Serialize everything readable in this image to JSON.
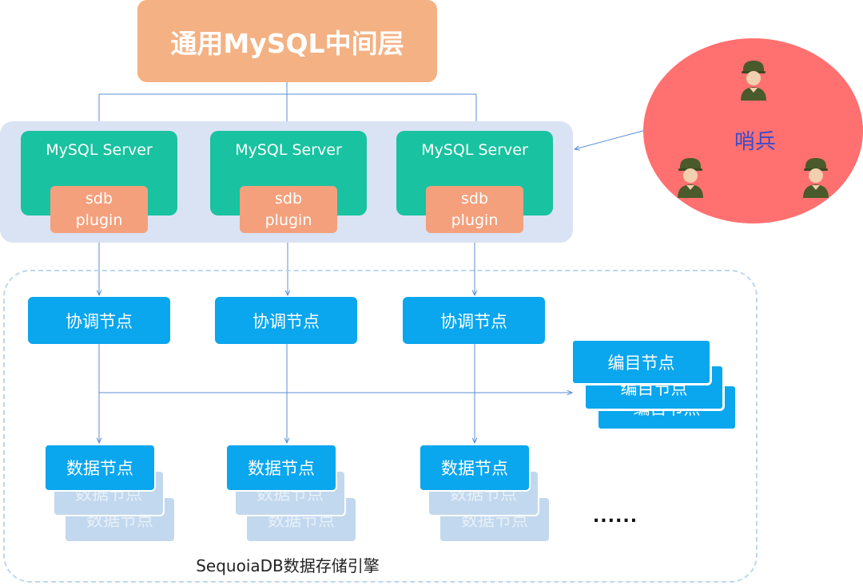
{
  "middleware": {
    "title": "通用MySQL中间层"
  },
  "servers": [
    {
      "name": "MySQL Server",
      "plugin_line1": "sdb",
      "plugin_line2": "plugin"
    },
    {
      "name": "MySQL Server",
      "plugin_line1": "sdb",
      "plugin_line2": "plugin"
    },
    {
      "name": "MySQL Server",
      "plugin_line1": "sdb",
      "plugin_line2": "plugin"
    }
  ],
  "coordinators": [
    "协调节点",
    "协调节点",
    "协调节点"
  ],
  "catalog_nodes": [
    "编目节点",
    "编目节点",
    "编目节点"
  ],
  "data_groups": [
    [
      "数据节点",
      "数据节点",
      "数据节点"
    ],
    [
      "数据节点",
      "数据节点",
      "数据节点"
    ],
    [
      "数据节点",
      "数据节点",
      "数据节点"
    ]
  ],
  "ellipsis": "......",
  "engine": {
    "label": "SequoiaDB数据存储引擎"
  },
  "sentinel": {
    "label": "哨兵"
  },
  "colors": {
    "middleware": "#f4b183",
    "server_panel": "#dae3f3",
    "mysql_server": "#19c2a0",
    "plugin": "#f4a07c",
    "node": "#0aa6ee",
    "node_shadow": "#c2d8ee",
    "sentinel": "#ff7070",
    "connector": "#5b8fd6"
  },
  "icons": [
    "soldier-icon",
    "soldier-icon",
    "soldier-icon"
  ]
}
